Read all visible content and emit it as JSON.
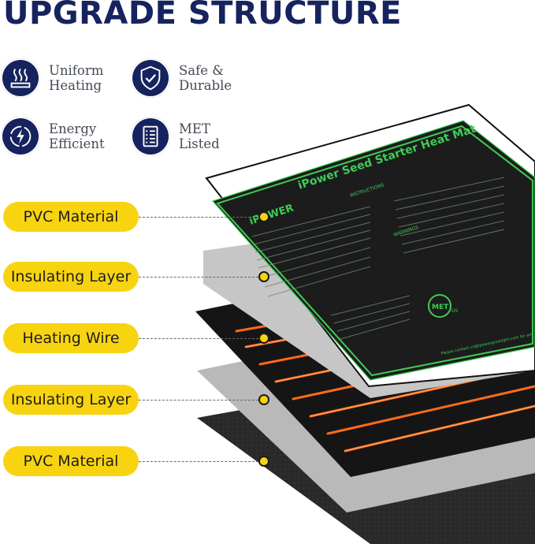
{
  "title": "UPGRADE STRUCTURE",
  "features": [
    {
      "icon": "uniform-heating-icon",
      "line1": "Uniform",
      "line2": "Heating"
    },
    {
      "icon": "shield-check-icon",
      "line1": "Safe &",
      "line2": "Durable"
    },
    {
      "icon": "energy-efficient-icon",
      "line1": "Energy",
      "line2": "Efficient"
    },
    {
      "icon": "checklist-icon",
      "line1": "MET",
      "line2": "Listed"
    }
  ],
  "layers": [
    "PVC Material",
    "Insulating Layer",
    "Heating Wire",
    "Insulating Layer",
    "PVC Material"
  ],
  "mat": {
    "title": "iPower Seed Starter Heat Mat",
    "brand": "iPOWER",
    "instructions": "INSTRUCTIONS",
    "warnings": "WARNINGS",
    "met": "MET",
    "us": "US",
    "contact": "Please contact cs@ipowergrowlight.com for any"
  },
  "colors": {
    "navy": "#16235e",
    "yellow": "#f8d410",
    "mat_green": "#3ecb55",
    "wire_orange": "#ff6a1a"
  }
}
